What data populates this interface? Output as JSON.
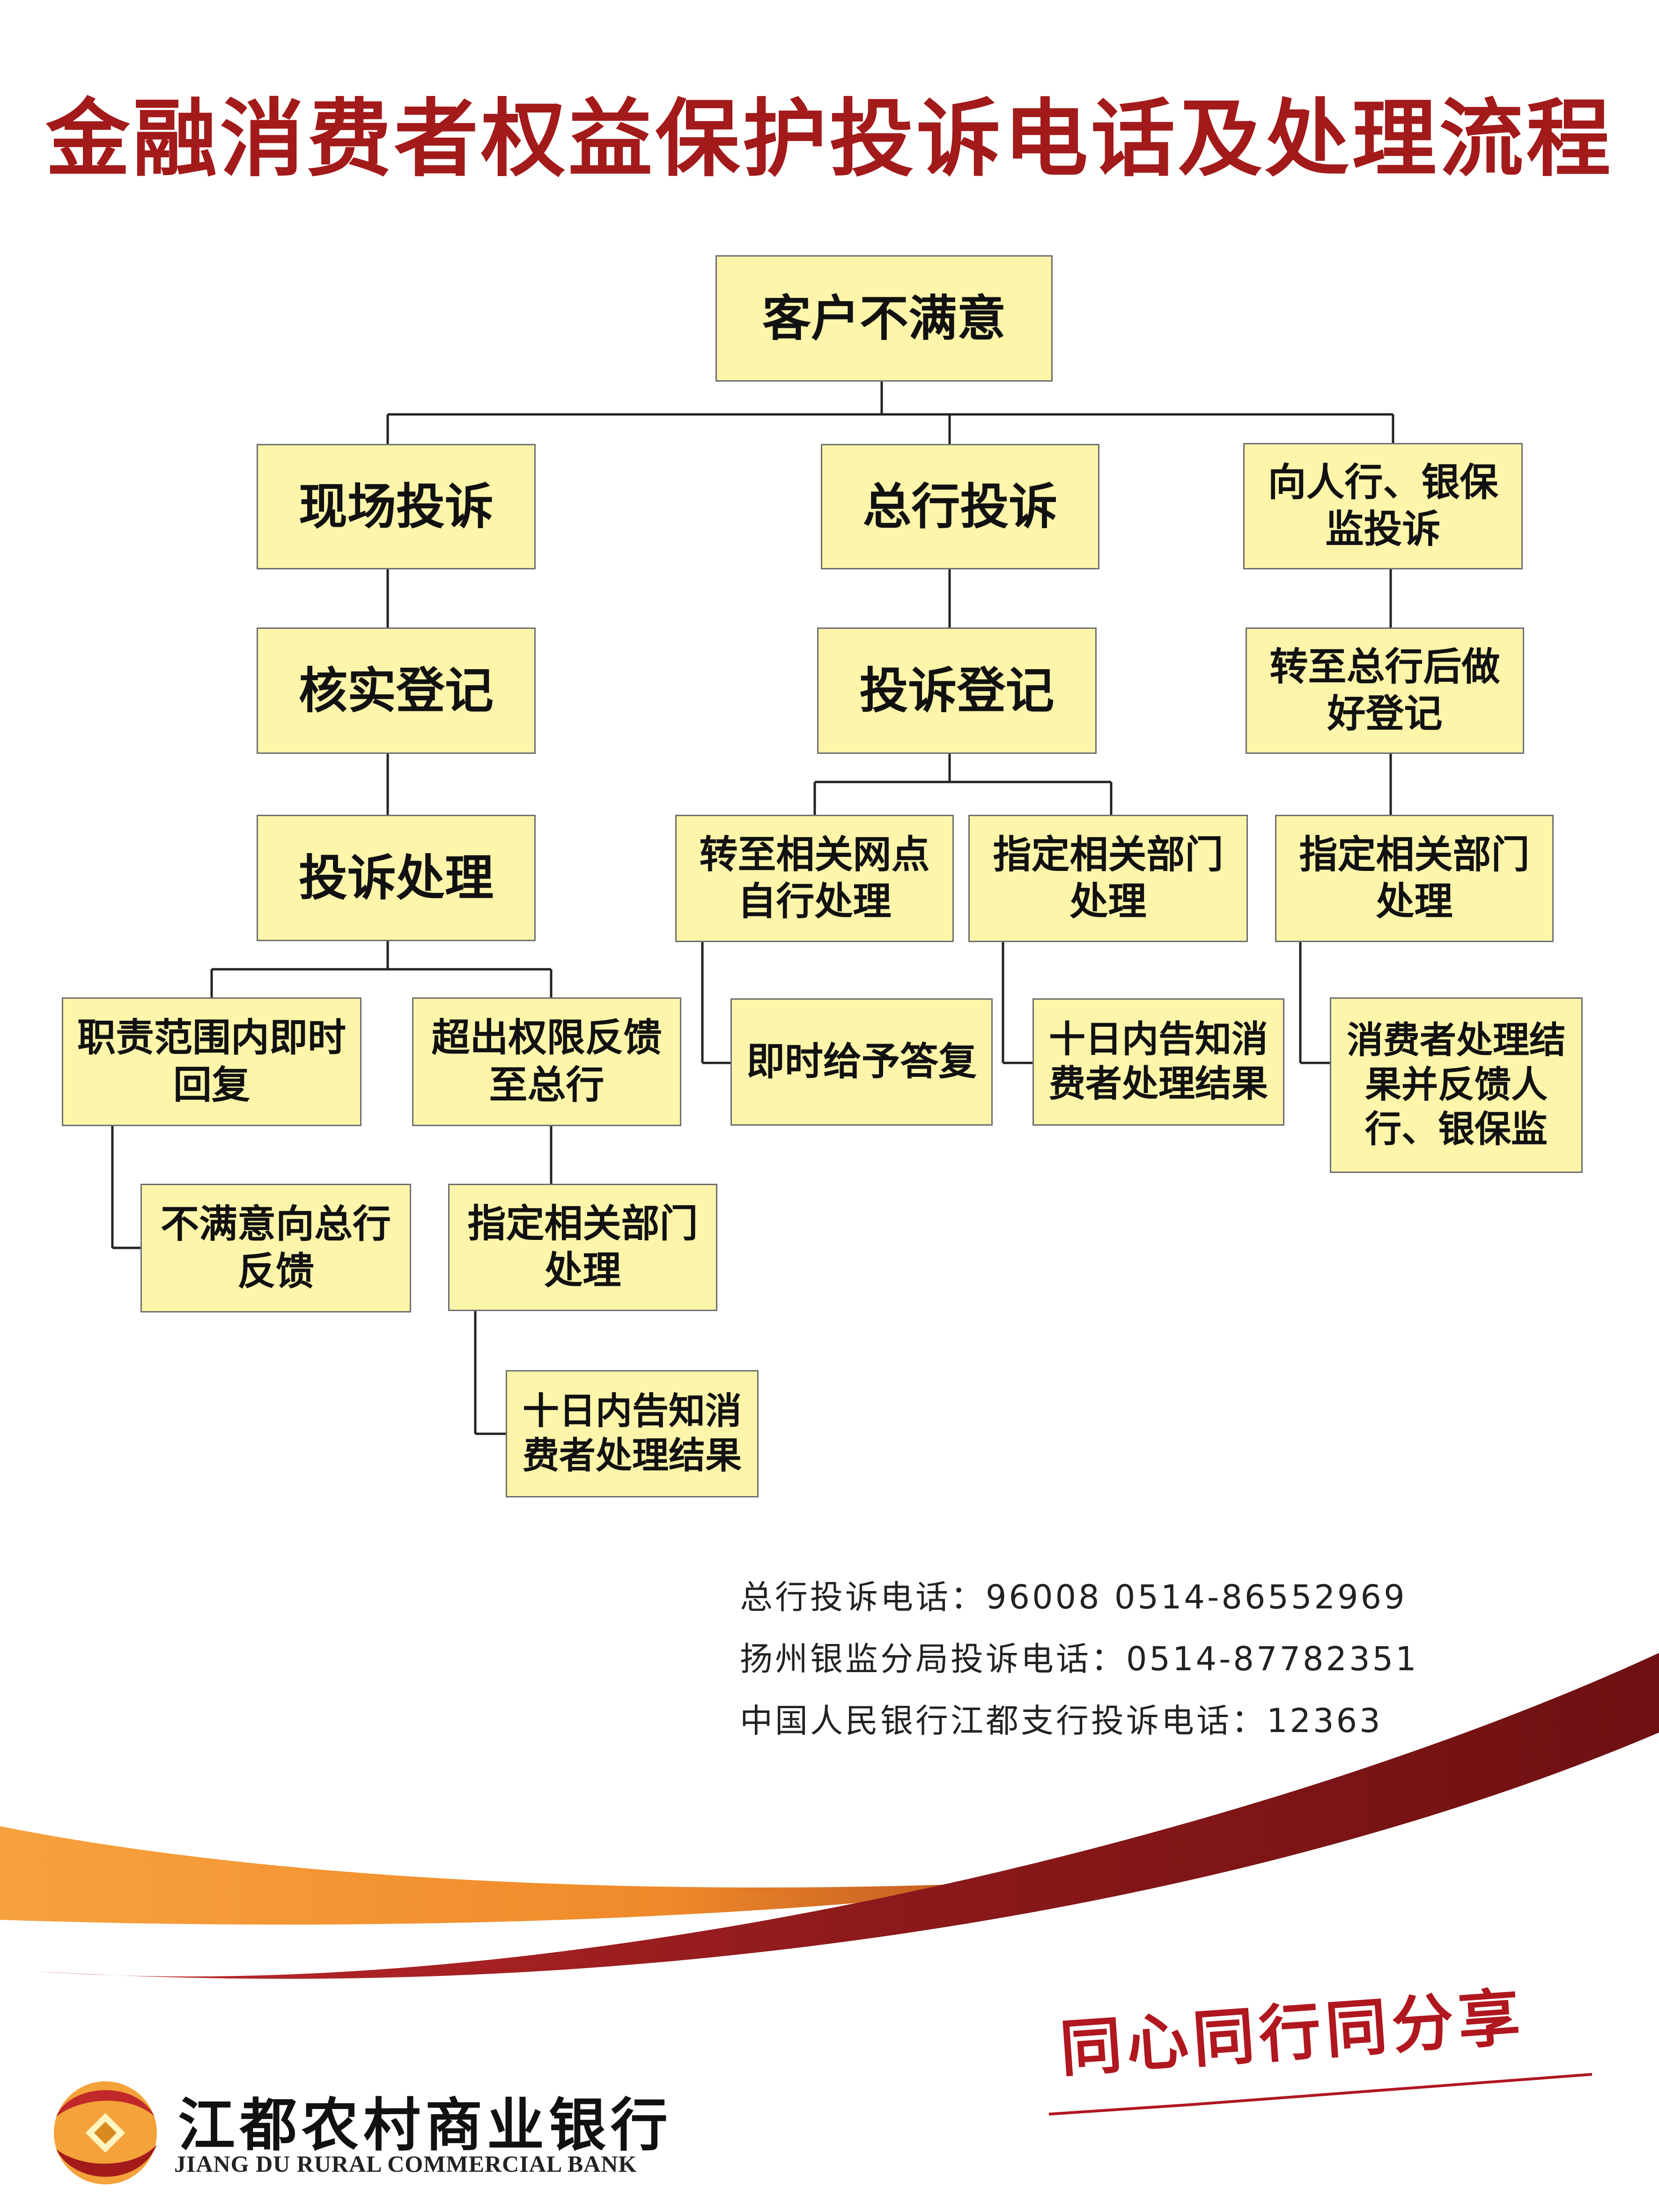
{
  "title": "金融消费者权益保护投诉电话及处理流程",
  "flow": {
    "root": "客户不满意",
    "branch_onsite": {
      "head": "现场投诉",
      "step1": "核实登记",
      "step2": "投诉处理",
      "within_scope": "职责范围内即时回复",
      "within_scope_next": "不满意向总行反馈",
      "beyond_scope": "超出权限反馈至总行",
      "beyond_scope_next": "指定相关部门处理",
      "beyond_scope_result": "十日内告知消费者处理结果"
    },
    "branch_hq": {
      "head": "总行投诉",
      "step1": "投诉登记",
      "to_outlet": "转至相关网点自行处理",
      "to_outlet_result": "即时给予答复",
      "to_dept": "指定相关部门处理",
      "to_dept_result": "十日内告知消费者处理结果"
    },
    "branch_regulator": {
      "head": "向人行、银保监投诉",
      "step1": "转至总行后做好登记",
      "step2": "指定相关部门处理",
      "result": "消费者处理结果并反馈人行、银保监"
    }
  },
  "phones": {
    "hq": "总行投诉电话：96008 0514-86552969",
    "yangzhou": "扬州银监分局投诉电话：0514-87782351",
    "pboc": "中国人民银行江都支行投诉电话：12363"
  },
  "bank": {
    "name_cn": "江都农村商业银行",
    "name_en": "JIANG DU RURAL COMMERCIAL BANK"
  },
  "slogan": "同心同行同分享",
  "colors": {
    "title": "#a31a1a",
    "box_fill": "#fcf5aa",
    "box_border": "#6f6f6f",
    "swoosh_orange": "#f29a3a",
    "swoosh_red": "#7d1416",
    "slogan": "#b0171f"
  }
}
